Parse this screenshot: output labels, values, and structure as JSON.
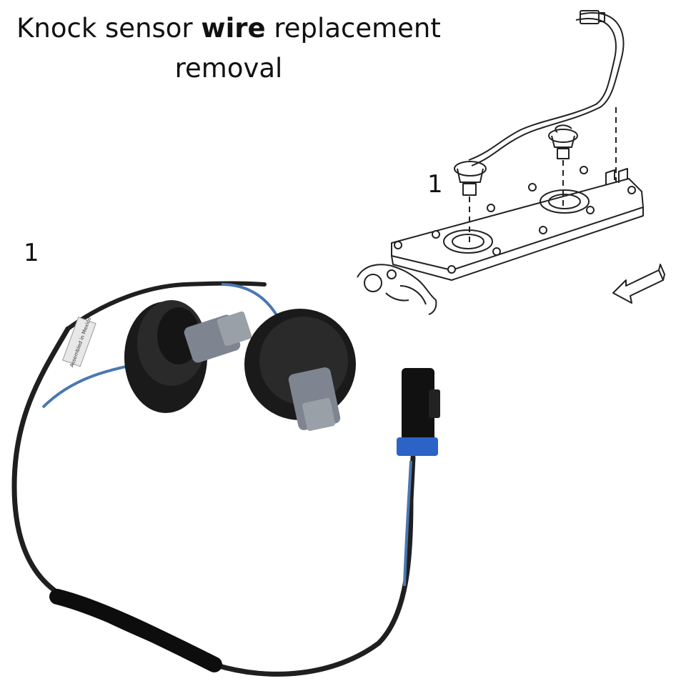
{
  "title": {
    "line1_pre": "Knock sensor ",
    "line1_bold": "wire",
    "line1_post": " replacement",
    "line2": "removal"
  },
  "callouts": {
    "diagram_label": "1",
    "photo_label": "1"
  },
  "photo": {
    "tag_text": "Assembled in Mexico",
    "wire_color": "#1f1f1f",
    "blue_wire_color": "#4a78b0",
    "clip_color": "#2b63c7",
    "connector_gray": "#7f8590"
  }
}
